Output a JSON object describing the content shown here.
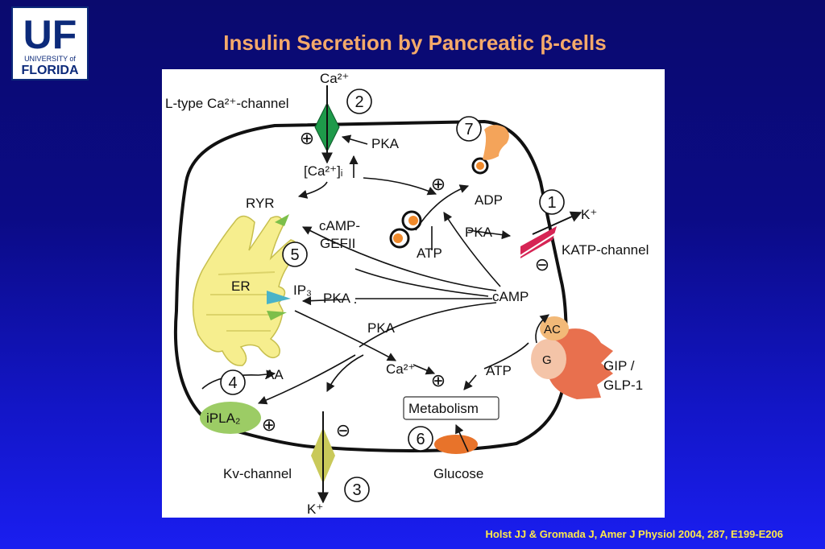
{
  "header": {
    "title": "Insulin Secretion by Pancreatic β-cells",
    "logo": {
      "letters": "UF",
      "university": "UNIVERSITY of",
      "name": "FLORIDA"
    }
  },
  "diagram": {
    "labels": {
      "ca_top": "Ca²⁺",
      "l_type_channel": "L-type Ca²⁺-channel",
      "pka_1": "PKA",
      "ca_i": "[Ca²⁺]ᵢ",
      "ryr": "RYR",
      "camp_gefii_1": "cAMP-",
      "camp_gefii_2": "GEFII",
      "er": "ER",
      "ip3": "IP₃",
      "pka_2": "PKA",
      "pka_3": "PKA",
      "pka_4": "PKA",
      "adp": "ADP",
      "atp_1": "ATP",
      "k_plus_1": "K⁺",
      "katp_channel": "KATP-channel",
      "camp": "cAMP",
      "ac": "AC",
      "g": "G",
      "gip_1": "GIP /",
      "gip_2": "GLP-1",
      "atp_2": "ATP",
      "ca_mid": "Ca²⁺",
      "metabolism": "Metabolism",
      "glucose": "Glucose",
      "aa": "AA",
      "ipla2": "iPLA₂",
      "kv_channel": "Kv-channel",
      "k_plus_2": "K⁺"
    },
    "numbers": [
      "1",
      "2",
      "3",
      "4",
      "5",
      "6",
      "7"
    ],
    "signs": {
      "plus": "⊕",
      "minus": "⊖"
    }
  },
  "citation": "Holst JJ & Gromada J, Amer J Physiol 2004, 287, E199-E206",
  "colors": {
    "title": "#f4a96a",
    "citation": "#ffe94a",
    "er": "#f6ee8e",
    "l_type_channel": "#1e9a4a",
    "katp_channel": "#d62454",
    "kv_channel": "#c9c95a",
    "ipla2": "#9ccc65",
    "glucose_transporter": "#e8732a",
    "receptor": "#e8704e",
    "ac": "#f2b978",
    "g": "#f4c4a8",
    "vesicle": "#f08a2c"
  }
}
